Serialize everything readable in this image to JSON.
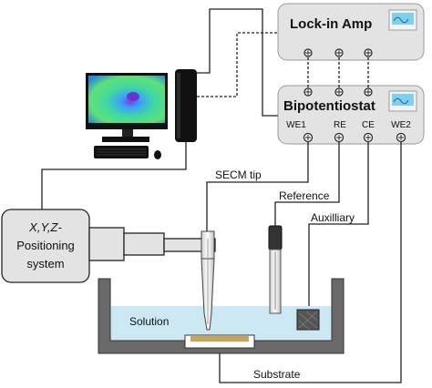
{
  "devices": {
    "lockin": {
      "label": "Lock-in Amp"
    },
    "bipot": {
      "label": "Bipotentiostat",
      "ports": [
        "WE1",
        "RE",
        "CE",
        "WE2"
      ]
    },
    "positioner": {
      "line1": "X,Y,Z-",
      "line2": "Positioning",
      "line3": "system"
    }
  },
  "labels": {
    "secm_tip": "SECM tip",
    "reference": "Reference",
    "auxiliary": "Auxilliary",
    "solution": "Solution",
    "substrate": "Substrate"
  },
  "colors": {
    "device_fill": "#e3e3e3",
    "device_stroke": "#9a9a9a",
    "solution": "#cce8f2",
    "cell_wall": "#6a6a6a",
    "substrate": "#c9a55a",
    "monitor_screen": "#1e8ee0"
  }
}
